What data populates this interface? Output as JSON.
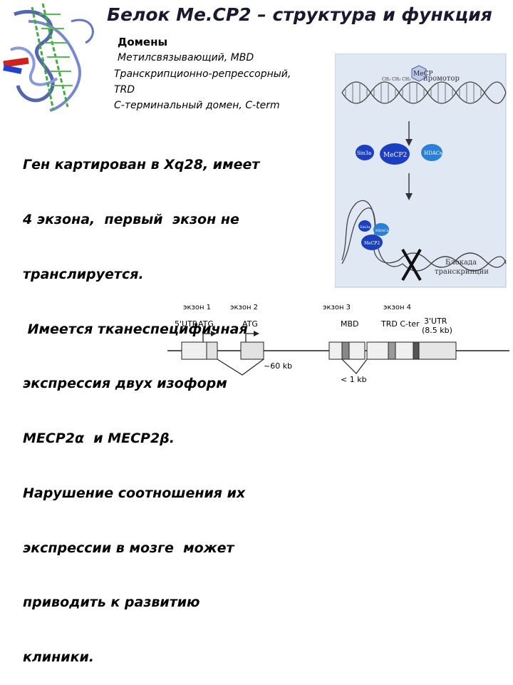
{
  "title": "Белок Me.CP2 – структура и функция",
  "domains": {
    "heading": "Домены",
    "items": [
      "Метилсвязывающий, MBD",
      "Транскрипционно-репрессорный,",
      "TRD",
      "С-терминальный домен, C-term"
    ]
  },
  "main_text": [
    "Ген картирован в Xq28, имеет",
    "4 экзона,  первый  экзон не",
    "транслируется.",
    " Имеется тканеспецифичная",
    "экспрессия двух изоформ",
    "МЕСР2α  и МЕСР2β.",
    "Нарушение соотношения их",
    "экспрессии в мозге  может",
    "приводить к развитию",
    "клиники."
  ],
  "mechanism": {
    "promoter_label": "промотор",
    "methyl_label": "CH₃ CH₃ CH₃",
    "mecp_label": "MeCP",
    "sin3a_label": "Sin3a",
    "mecp2_label": "MeCP2",
    "hdacs_label": "HDACs",
    "block_line1": "Блокада",
    "block_line2": "транскрипции"
  },
  "gene": {
    "exon1": "экзон 1",
    "exon2": "экзон 2",
    "exon3": "экзон 3",
    "exon4": "экзон 4",
    "utr5": "5'UTR",
    "atg1": "ATG",
    "atg2": "ATG",
    "mbd": "MBD",
    "trd": "TRD C-ter",
    "utr3": "3'UTR",
    "utr3_size": "(8.5 kb)",
    "dist1": "~60 kb",
    "dist2": "< 1 kb"
  },
  "colors": {
    "panel_bg": "#dfe8f3",
    "protein_blue": "#1c3fc0",
    "hdac_blue": "#2a7fd6",
    "dna_color": "#444444"
  }
}
